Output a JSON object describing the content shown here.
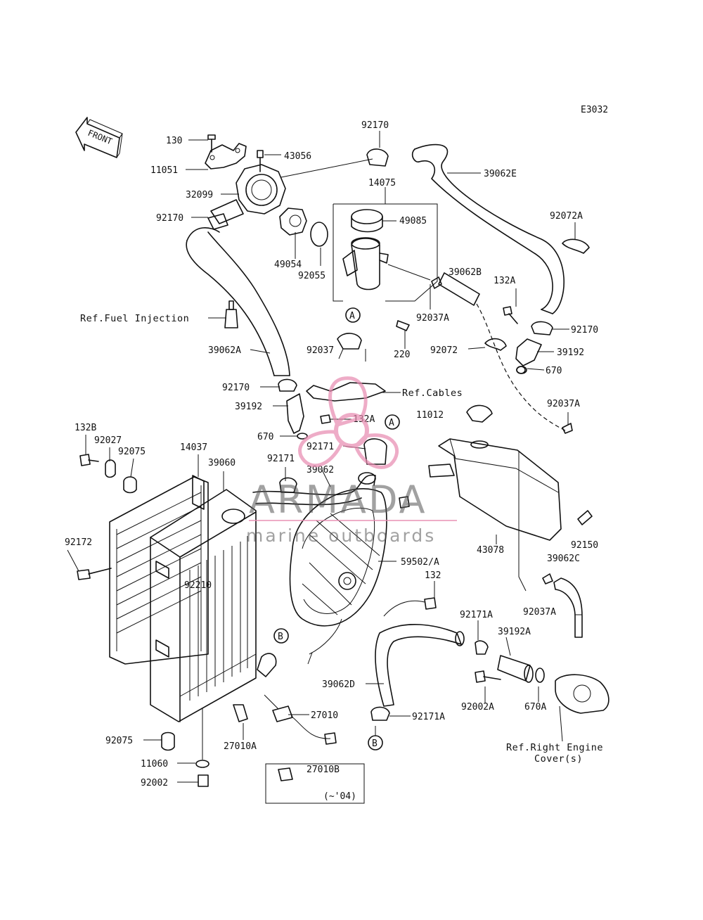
{
  "diagram_code": "E3032",
  "front_label": "FRONT",
  "watermark": {
    "brand": "ARMADA",
    "subtitle": "marine outboards",
    "logo_color": "#e88ab0"
  },
  "refs": {
    "fuel_injection": "Ref.Fuel Injection",
    "cables": "Ref.Cables",
    "right_engine_cover_1": "Ref.Right Engine",
    "right_engine_cover_2": "Cover(s)"
  },
  "callouts": {
    "a1": "A",
    "a2": "A",
    "b1": "B",
    "b2": "B"
  },
  "inset": {
    "part": "27010B",
    "note": "(~'04)"
  },
  "parts": {
    "p130": "130",
    "p11051": "11051",
    "p43056": "43056",
    "p32099": "32099",
    "p92170_a": "92170",
    "p92170_b": "92170",
    "p92170_c": "92170",
    "p92170_d": "92170",
    "p14075": "14075",
    "p49085": "49085",
    "p39062E": "39062E",
    "p92072A": "92072A",
    "p49054": "49054",
    "p92055": "92055",
    "p39062B": "39062B",
    "p132A_a": "132A",
    "p132A_b": "132A",
    "p92037A_a": "92037A",
    "p92037A_b": "92037A",
    "p92037A_c": "92037A",
    "p39062A": "39062A",
    "p92037": "92037",
    "p220": "220",
    "p92072": "92072",
    "p39192_a": "39192",
    "p39192_b": "39192",
    "p670_a": "670",
    "p670_b": "670",
    "p11012": "11012",
    "p132B": "132B",
    "p92027": "92027",
    "p92075_a": "92075",
    "p92075_b": "92075",
    "p14037": "14037",
    "p39060": "39060",
    "p92171_a": "92171",
    "p92171_b": "92171",
    "p39062": "39062",
    "p92172": "92172",
    "p92210": "92210",
    "p59502A": "59502/A",
    "p43078": "43078",
    "p92150": "92150",
    "p39062C": "39062C",
    "p132": "132",
    "p92171A_a": "92171A",
    "p92171A_b": "92171A",
    "p39192A": "39192A",
    "p39062D": "39062D",
    "p92002A": "92002A",
    "p670A": "670A",
    "p27010": "27010",
    "p27010A": "27010A",
    "p11060": "11060",
    "p92002": "92002"
  }
}
